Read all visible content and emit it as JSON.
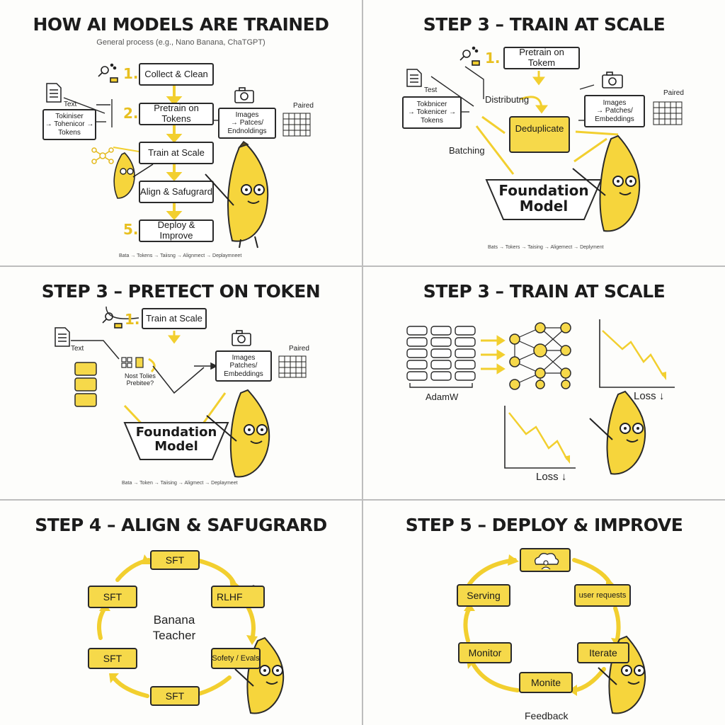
{
  "colors": {
    "accent": "#f2cf2f",
    "accent_fill": "#f6d94a",
    "ink": "#1c1c1c"
  },
  "panel1": {
    "title": "HOW AI MODELS ARE TRAINED",
    "subtitle": "General process (e.g., Nano Banana, ChaTGPT)",
    "steps": [
      {
        "num": "1.",
        "label": "Collect & Clean"
      },
      {
        "num": "2.",
        "label": "Pretrain on Tokens"
      },
      {
        "num": "",
        "label": "Train at Scale"
      },
      {
        "num": "",
        "label": "Align & Safugrard"
      },
      {
        "num": "5.",
        "label": "Deploy & Improve"
      }
    ],
    "text_label": "Text",
    "tokenizer_box": "Tokiniser\n→ Tohenicor →\nTokens",
    "images_box": "Images\n→ Patces/\nEndnoldings",
    "paired_label": "Paired",
    "footer": "Bata → Tokens → Taiisng → Alignmect → Deplaymneet"
  },
  "panel2": {
    "title": "STEP 3 – TRAIN AT SCALE",
    "step1": {
      "num": "1.",
      "label": "Pretrain on Tokem"
    },
    "text_label": "Test",
    "tokenizer_box": "Tokbnicer\n→ Tokenicer →\nTokens",
    "distributing_label": "Distributng",
    "images_box": "Images\n→ Patches/\nEmbeddings",
    "paired_label": "Paired",
    "dedup_label": "Deduplicate",
    "batching_label": "Batching",
    "foundation_label": "Foundation\nModel",
    "footer": "Bats → Tokers → Taising → Aligemect → Deplyment"
  },
  "panel3": {
    "title": "STEP 3 – PRETECT ON TOKEN",
    "step1": {
      "num": "1.",
      "label": "Train at Scale"
    },
    "text_label": "Text",
    "question_label": "Nost Tolies\nPrebitee?",
    "images_box": "Images\nPatches/\nEmbeddings",
    "paired_label": "Paired",
    "foundation_label": "Foundation\nModel",
    "footer": "Bata → Token → Taiising → Aligmect → Deplaymeet"
  },
  "panel4": {
    "title": "STEP 3 – TRAIN AT SCALE",
    "optimizer_label": "AdamW",
    "loss_label_top": "Loss ↓",
    "loss_label_bottom": "Loss ↓"
  },
  "panel5": {
    "title": "STEP 4 – ALIGN & SAFUGRARD",
    "center_label": "Banana\nTeacher",
    "cycle": [
      {
        "label": "SFT"
      },
      {
        "label": "RLHF"
      },
      {
        "label": "Sofety / Evals"
      },
      {
        "label": "SFT"
      },
      {
        "label": "SFT"
      },
      {
        "label": "SFT"
      }
    ]
  },
  "panel6": {
    "title": "STEP 5 – DEPLOY & IMPROVE",
    "cycle": [
      {
        "label": "Serving"
      },
      {
        "label": "user requests"
      },
      {
        "label": "Iterate"
      },
      {
        "label": "Monite"
      },
      {
        "label": "Monitor"
      }
    ],
    "feedback_label": "Feedback"
  }
}
